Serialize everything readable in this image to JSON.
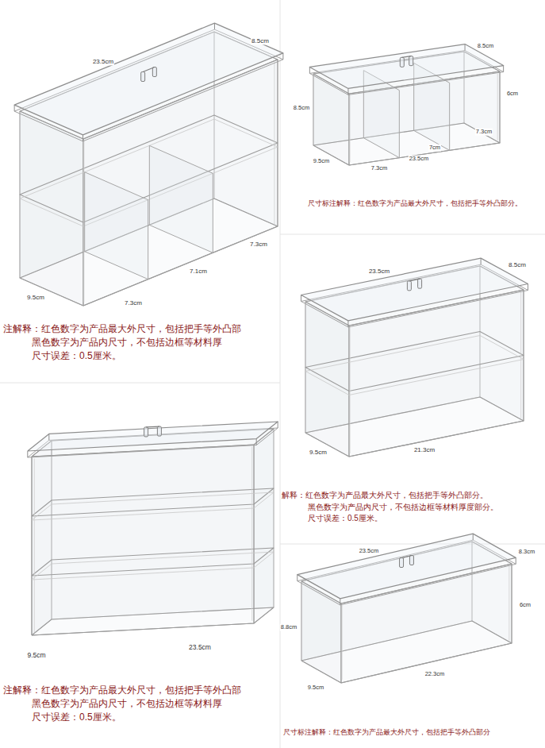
{
  "diagram": {
    "labels": [
      "23.5cm",
      "8.5cm",
      "7.3cm",
      "7.1cm",
      "9.5cm",
      "7.3cm",
      "注解释：红色数字为产品最大外尺寸，包括把手等外凸部",
      "黑色数字为产品内尺寸，不包括边框等材料厚",
      "尺寸误差：0.5厘米。",
      "8.5cm",
      "6cm",
      "8.5cm",
      "9.5cm",
      "7.3cm",
      "7cm",
      "7.3cm",
      "23.5cm",
      "尺寸标注解释：红色数字为产品最大外尺寸，包括把手等外凸部分。",
      "23.5cm",
      "8.5cm",
      "9.5cm",
      "21.3cm",
      "解释：红色数字为产品最大外尺寸，包括把手等外凸部分。",
      "黑色数字为产品内尺寸，不包括边框等材料厚度部分。",
      "尺寸误差：0.5厘米。",
      "9.5cm",
      "23.5cm",
      "注解释：红色数字为产品最大外尺寸，包括把手等外凸部",
      "黑色数字为产品内尺寸，不包括边框等材料厚",
      "尺寸误差：0.5厘米。",
      "23.5cm",
      "8.3cm",
      "6cm",
      "8.8cm",
      "9.5cm",
      "22.3cm",
      "尺寸标注解释：红色数字为产品最大外尺寸，包括把手等外凸部分"
    ]
  }
}
